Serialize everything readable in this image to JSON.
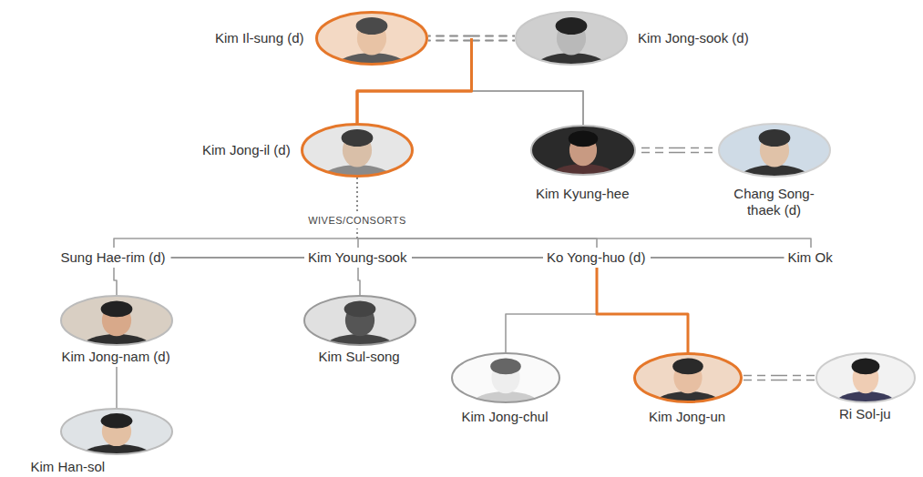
{
  "diagram": {
    "nodes": [
      {
        "text": [
          "Kim Il-sung (d)"
        ]
      },
      {
        "text": [
          "Kim Jong-sook (d)"
        ]
      },
      {
        "text": [
          "Kim Jong-il (d)"
        ]
      },
      {
        "text": [
          "Kim Kyung-hee"
        ]
      },
      {
        "text": [
          "Chang Song-thaek (d)"
        ]
      },
      {
        "text": [
          "Sung Hae-rim (d)"
        ]
      },
      {
        "text": [
          "Kim Young-sook"
        ]
      },
      {
        "text": [
          "Ko Yong-huo (d)"
        ]
      },
      {
        "text": [
          "Kim Ok"
        ]
      },
      {
        "text": [
          "Kim Jong-nam (d)"
        ]
      },
      {
        "text": [
          "Kim Sul-song"
        ]
      },
      {
        "text": [
          "Kim Jong-chul"
        ]
      },
      {
        "text": [
          "Kim Jong-un"
        ]
      },
      {
        "text": [
          "Ri Sol-ju"
        ]
      },
      {
        "text": [
          "Kim Han-sol"
        ]
      }
    ],
    "edges": [
      {
        "from": 0,
        "to": 1,
        "arrow": "none"
      },
      {
        "from": 0,
        "to": 2,
        "arrow": "none"
      },
      {
        "from": 1,
        "to": 2,
        "arrow": "none"
      },
      {
        "from": 0,
        "to": 3,
        "arrow": "none"
      },
      {
        "from": 1,
        "to": 3,
        "arrow": "none"
      },
      {
        "from": 3,
        "to": 4,
        "arrow": "none"
      },
      {
        "from": 2,
        "to": 5,
        "arrow": "none"
      },
      {
        "from": 2,
        "to": 6,
        "arrow": "none"
      },
      {
        "from": 2,
        "to": 7,
        "arrow": "none"
      },
      {
        "from": 2,
        "to": 8,
        "arrow": "none"
      },
      {
        "from": 5,
        "to": 6,
        "arrow": "none"
      },
      {
        "from": 6,
        "to": 7,
        "arrow": "none"
      },
      {
        "from": 7,
        "to": 8,
        "arrow": "none"
      },
      {
        "from": 5,
        "to": 9,
        "arrow": "none"
      },
      {
        "from": 6,
        "to": 10,
        "arrow": "none"
      },
      {
        "from": 7,
        "to": 11,
        "arrow": "none"
      },
      {
        "from": 7,
        "to": 12,
        "arrow": "none"
      },
      {
        "from": 9,
        "to": 14,
        "arrow": "none"
      },
      {
        "from": 12,
        "to": 13,
        "arrow": "none"
      }
    ],
    "labels": [
      "WIVES/CONSORTS"
    ]
  }
}
